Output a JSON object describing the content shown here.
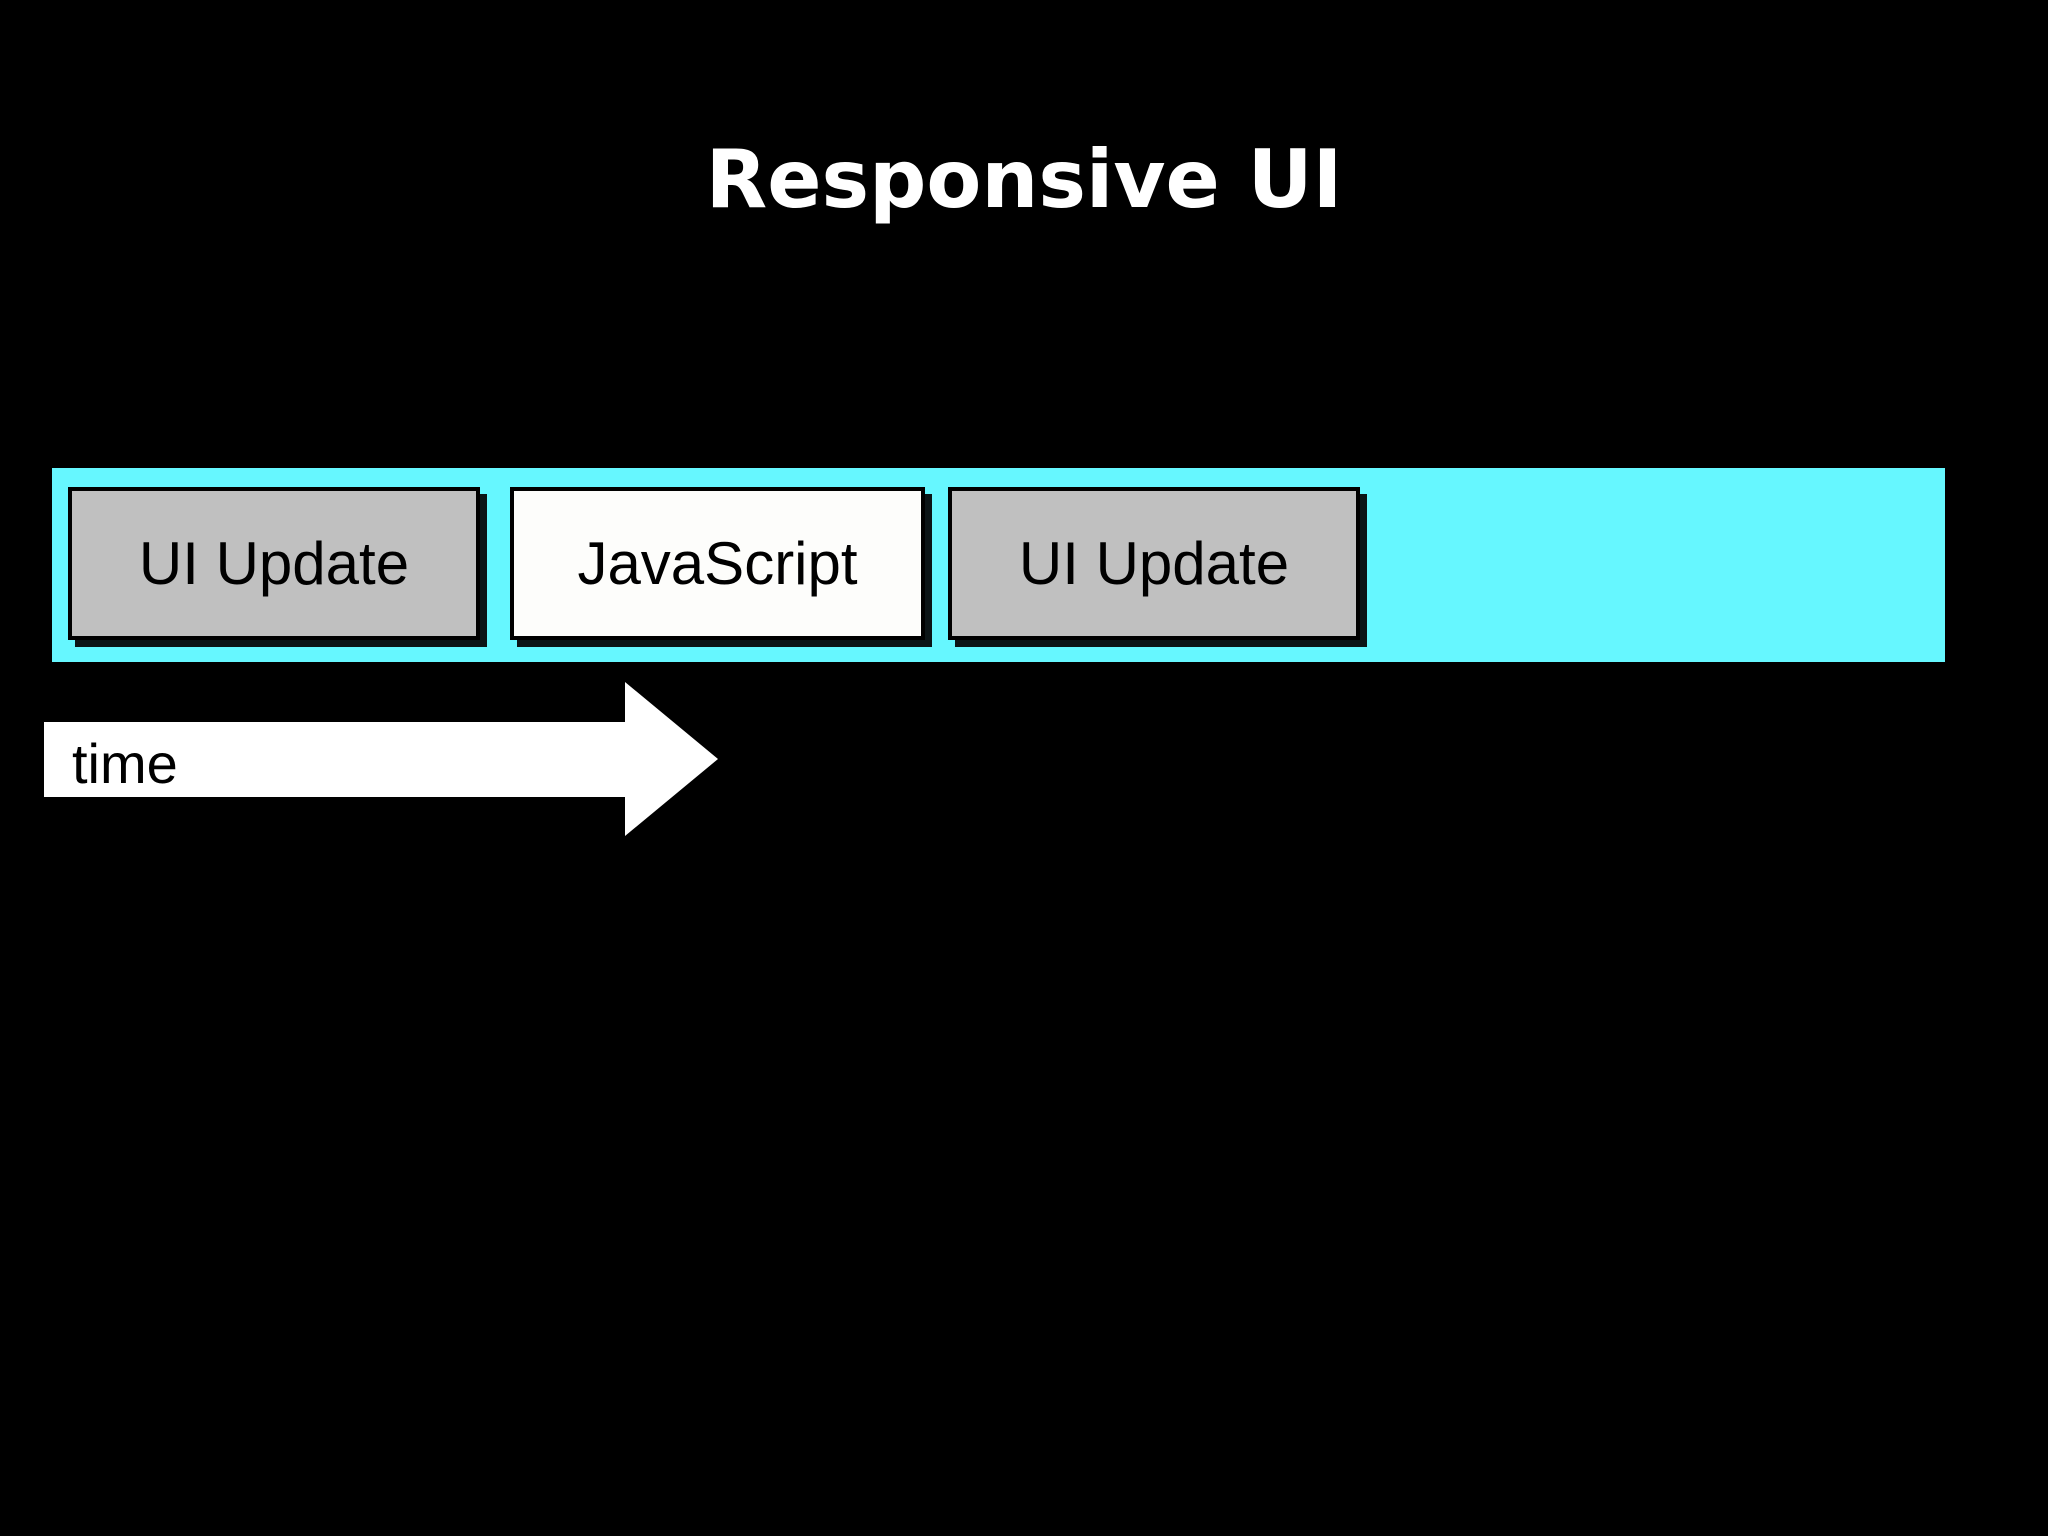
{
  "slide": {
    "title": "Responsive UI",
    "background_color": "#000000",
    "title_color": "#ffffff"
  },
  "timeline": {
    "track_color": "#66F7FF",
    "block_border_color": "#000000",
    "blocks": [
      {
        "label": "UI Update",
        "fill_color": "#C0C0C0",
        "kind": "ui-update"
      },
      {
        "label": "JavaScript",
        "fill_color": "#FFFFFF",
        "kind": "javascript"
      },
      {
        "label": "UI Update",
        "fill_color": "#C0C0C0",
        "kind": "ui-update"
      }
    ]
  },
  "time_axis": {
    "label": "time",
    "arrow_color": "#FFFFFF",
    "label_color": "#000000",
    "direction": "right"
  }
}
